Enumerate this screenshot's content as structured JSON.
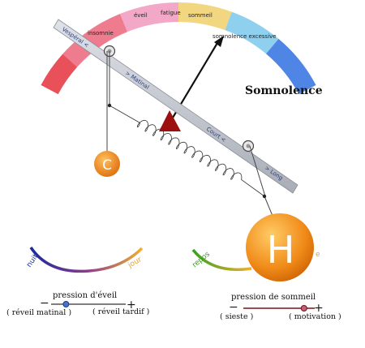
{
  "gauge": {
    "segments": [
      {
        "label": "insomnie",
        "color": "#ef7c8e"
      },
      {
        "label": "éveil",
        "color": "#f4a8c8"
      },
      {
        "label": "fatigue",
        "color": "#f2d680"
      },
      {
        "label": "sommeil",
        "color": "#8fd0ee"
      },
      {
        "label": "somnolence excessive",
        "color": "#4f86e6"
      }
    ],
    "end_color_left": "#e8505a"
  },
  "title": "Somnolence",
  "beam": {
    "label_left": "Vespéral <",
    "label_matinal": "> Matinal",
    "label_court": "Court <",
    "label_long": "> Long"
  },
  "weights": {
    "c_label": "C",
    "h_label": "H"
  },
  "arc_left": {
    "label_nuit": "nuit",
    "label_jour": "jour"
  },
  "arc_right": {
    "label_repos": "repos"
  },
  "slider_left": {
    "title": "pression d'éveil",
    "minus": "−",
    "plus": "+",
    "left_label": "( réveil matinal )",
    "right_label": "( réveil tardif )",
    "value": 0.2
  },
  "slider_right": {
    "title": "pression de sommeil",
    "minus": "−",
    "plus": "+",
    "left_label": "( sieste )",
    "right_label": "( motivation )",
    "value": 0.85
  },
  "colors": {
    "pivot": "#9c1010",
    "weight": "#f08c1c",
    "beam": "#bfc3cc"
  }
}
